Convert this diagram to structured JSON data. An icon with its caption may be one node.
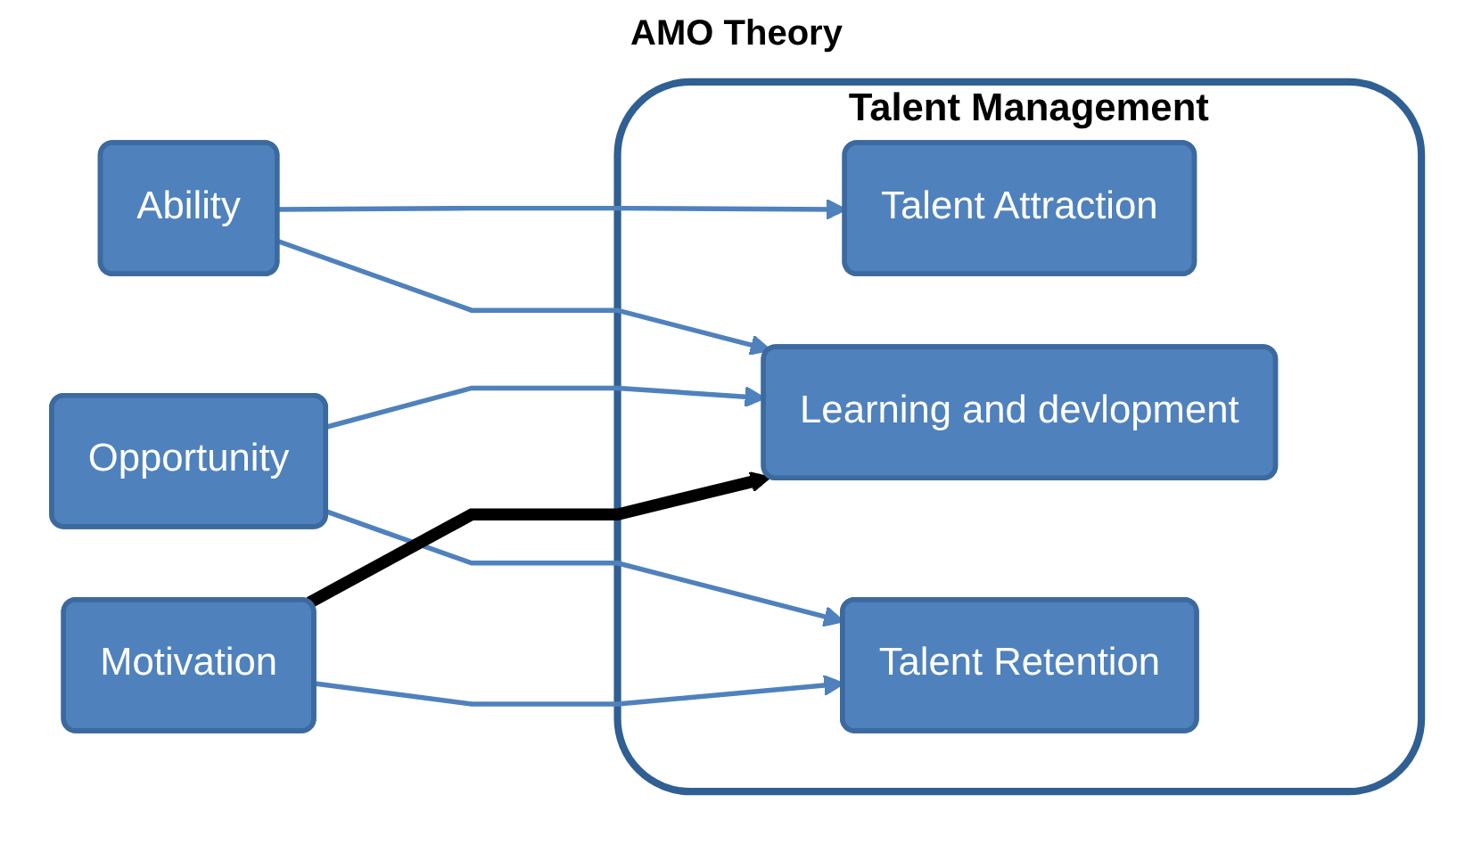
{
  "diagram": {
    "title": "AMO Theory",
    "nodes": [
      {
        "text": [
          "Ability"
        ]
      },
      {
        "text": [
          "Opportunity"
        ]
      },
      {
        "text": [
          "Motivation"
        ]
      },
      {
        "text": [
          "Talent Management"
        ]
      },
      {
        "text": [
          "Talent Attraction"
        ],
        "in": 3
      },
      {
        "text": [
          "Learning and devlopment"
        ],
        "in": 3
      },
      {
        "text": [
          "Talent Retention"
        ],
        "in": 3
      }
    ],
    "edges": [
      {
        "from": 0,
        "to": 4,
        "arrow": "to"
      },
      {
        "from": 0,
        "to": 5,
        "arrow": "to"
      },
      {
        "from": 1,
        "to": 5,
        "arrow": "to"
      },
      {
        "from": 1,
        "to": 6,
        "arrow": "to"
      },
      {
        "from": 2,
        "to": 5,
        "arrow": "to",
        "style": "thick",
        "color": "#000000"
      },
      {
        "from": 2,
        "to": 6,
        "arrow": "to"
      }
    ]
  }
}
